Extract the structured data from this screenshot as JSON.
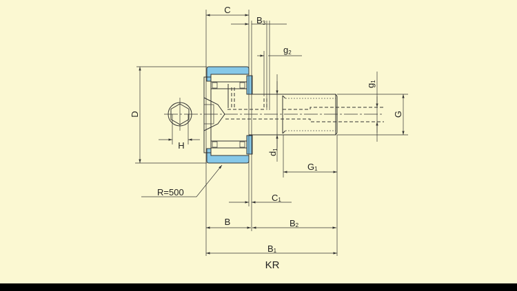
{
  "drawing": {
    "model": "KR",
    "colors": {
      "background": "#fbf8d2",
      "outer_ring": "#86c8e8",
      "line": "#333333"
    },
    "labels": {
      "C": "C",
      "B3": {
        "main": "B",
        "sub": "3"
      },
      "g2": {
        "main": "g",
        "sub": "2"
      },
      "g1": {
        "main": "g",
        "sub": "1"
      },
      "D": "D",
      "H": "H",
      "G": "G",
      "d1": {
        "main": "d",
        "sub": "1"
      },
      "G1": {
        "main": "G",
        "sub": "1"
      },
      "R": "R=500",
      "C1": {
        "main": "C",
        "sub": "1"
      },
      "B": "B",
      "B2": {
        "main": "B",
        "sub": "2"
      },
      "B1": {
        "main": "B",
        "sub": "1"
      }
    }
  }
}
